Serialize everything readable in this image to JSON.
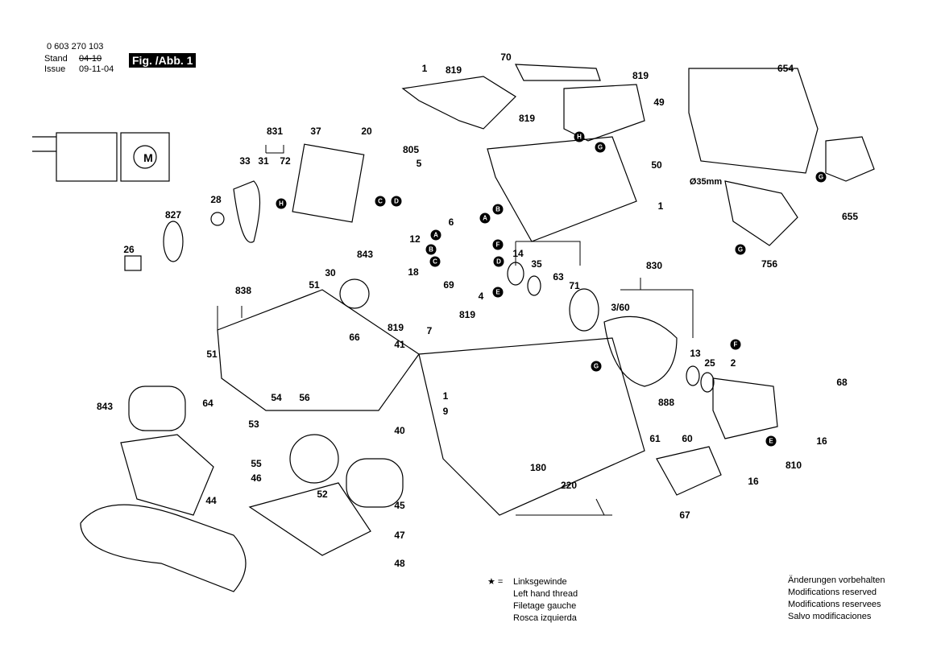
{
  "header": {
    "part_number": "0 603 270 103",
    "stand_label": "Stand",
    "stand_value": "04-10",
    "issue_label": "Issue",
    "issue_value": "09-11-04",
    "figure": "Fig. /Abb. 1"
  },
  "diameter_label": "Ø35mm",
  "part_labels": [
    "1",
    "819",
    "70",
    "819",
    "49",
    "819",
    "654",
    "831",
    "37",
    "20",
    "805",
    "33",
    "31",
    "72",
    "5",
    "50",
    "28",
    "827",
    "6",
    "12",
    "1",
    "655",
    "26",
    "843",
    "14",
    "35",
    "830",
    "18",
    "63",
    "71",
    "30",
    "838",
    "51",
    "69",
    "4",
    "756",
    "3/60",
    "819",
    "819",
    "7",
    "66",
    "41",
    "51",
    "13",
    "25",
    "2",
    "68",
    "843",
    "64",
    "54",
    "56",
    "1",
    "888",
    "9",
    "40",
    "53",
    "16",
    "61",
    "60",
    "810",
    "55",
    "180",
    "46",
    "16",
    "52",
    "220",
    "44",
    "45",
    "67",
    "47",
    "48"
  ],
  "connector_letters": [
    "H",
    "G",
    "H",
    "C",
    "D",
    "A",
    "B",
    "A",
    "B",
    "C",
    "F",
    "D",
    "E",
    "G",
    "G",
    "G",
    "F",
    "E"
  ],
  "legend": {
    "symbol": "★ =",
    "lines": [
      "Linksgewinde",
      "Left hand thread",
      "Filetage gauche",
      "Rosca izquierda"
    ]
  },
  "notice": {
    "lines": [
      "Änderungen vorbehalten",
      "Modifications reserved",
      "Modifications reservees",
      "Salvo modificaciones"
    ]
  },
  "motor_symbol": "M"
}
